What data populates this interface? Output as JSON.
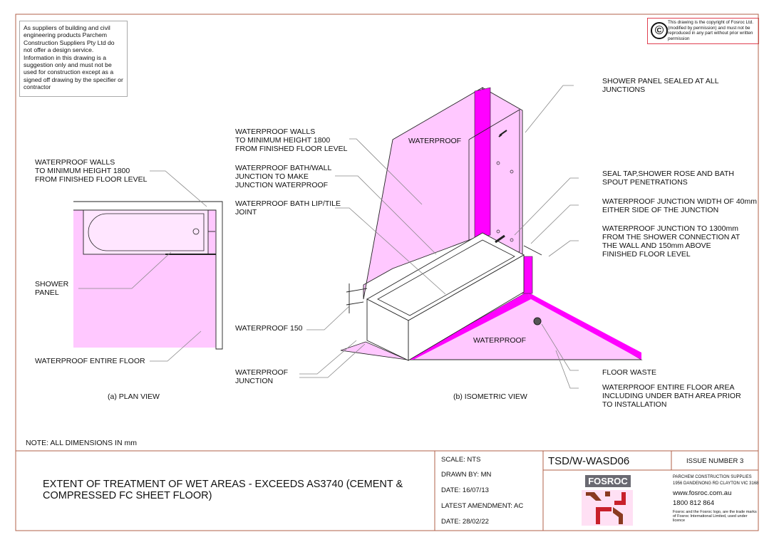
{
  "disclaimer": "As suppliers of building and civil engineering products Parchem Construction Suppliers Pty Ltd do not offer a design service. Information in this drawing is a suggestion only and must not be used for construction except as a signed off drawing by the specifier or contractor",
  "copyright": {
    "symbol": "©",
    "text": "This drawing is the copyright of Fosroc Ltd. (modified by permission) and must not be reproduced in any part without prior written permission"
  },
  "plan_view": {
    "caption": "(a) PLAN VIEW",
    "labels": {
      "walls": [
        "WATERPROOF WALLS",
        "TO MINIMUM HEIGHT 1800",
        "FROM FINISHED FLOOR LEVEL"
      ],
      "shower_panel": [
        "SHOWER",
        "PANEL"
      ],
      "floor": [
        "WATERPROOF ENTIRE FLOOR"
      ]
    }
  },
  "iso_view": {
    "caption": "(b) ISOMETRIC VIEW",
    "wall_text": "WATERPROOF",
    "floor_text": "WATERPROOF",
    "labels": {
      "walls": [
        "WATERPROOF WALLS",
        "TO MINIMUM HEIGHT 1800",
        "FROM FINISHED FLOOR LEVEL"
      ],
      "bath_wall": [
        "WATERPROOF BATH/WALL",
        "JUNCTION TO MAKE",
        "JUNCTION WATERPROOF"
      ],
      "bath_lip": [
        "WATERPROOF BATH LIP/TILE",
        "JOINT"
      ],
      "wp150": [
        "WATERPROOF 150"
      ],
      "junction": [
        "WATERPROOF",
        "JUNCTION"
      ],
      "panel_sealed": [
        "SHOWER PANEL SEALED AT ALL",
        "JUNCTIONS"
      ],
      "seal_tap": [
        "SEAL TAP,SHOWER ROSE AND BATH",
        "SPOUT PENETRATIONS"
      ],
      "junction_width": [
        "WATERPROOF JUNCTION WIDTH OF 40mm",
        "EITHER SIDE OF THE JUNCTION"
      ],
      "junction_1300": [
        "WATERPROOF JUNCTION TO 1300mm",
        "FROM THE SHOWER CONNECTION AT",
        "THE WALL AND 150mm ABOVE",
        "FINISHED FLOOR LEVEL"
      ],
      "floor_waste": [
        "FLOOR WASTE"
      ],
      "floor_area": [
        "WATERPROOF ENTIRE FLOOR AREA",
        "INCLUDING UNDER BATH AREA PRIOR",
        "TO INSTALLATION"
      ]
    }
  },
  "note": "NOTE: ALL DIMENSIONS IN mm",
  "title_block": {
    "title": [
      "EXTENT OF TREATMENT OF WET AREAS - EXCEEDS AS3740 (CEMENT &",
      "COMPRESSED FC SHEET FLOOR)"
    ],
    "scale": "SCALE: NTS",
    "drawn_by": "DRAWN BY: MN",
    "date": "DATE: 16/07/13",
    "latest_amendment": "LATEST AMENDMENT: AC",
    "amendment_date": "DATE: 28/02/22",
    "drawing_number": "TSD/W-WASD06",
    "issue": "ISSUE NUMBER 3",
    "logo_text": "FOSROC",
    "company": "PARCHEM CONSTRUCTION SUPPLIES",
    "address": "1956 DANDENONG RD CLAYTON VIC 3168",
    "website": "www.fosroc.com.au",
    "phone": "1800 812 864",
    "trademark": [
      "Fosroc and the Fosroc logo, are the trade marks",
      "of Fosroc International Limited, used under",
      "licence"
    ]
  },
  "colors": {
    "waterproof_fill": "#ffc8ff",
    "junction": "#ff00ff",
    "frame": "#b0604a",
    "logo_red": "#c8202a",
    "logo_brown": "#8a3a20",
    "logo_grey": "#6a6a72"
  }
}
